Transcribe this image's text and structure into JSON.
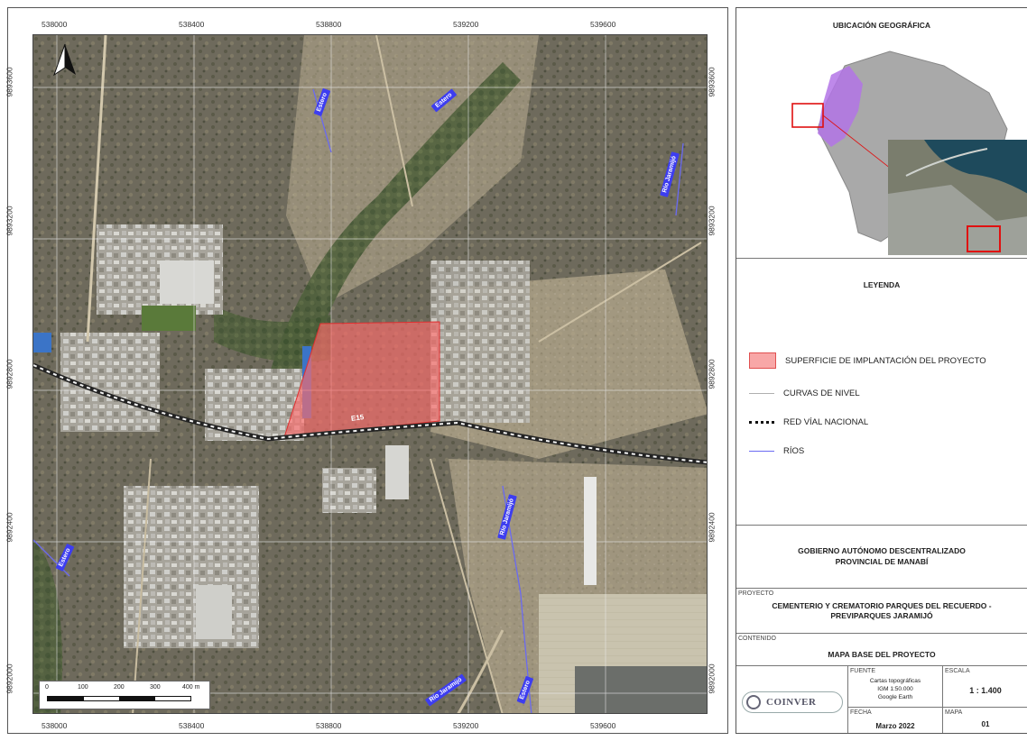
{
  "map": {
    "top_ticks": [
      "538000",
      "538400",
      "538800",
      "539200",
      "539600"
    ],
    "bottom_ticks": [
      "538000",
      "538400",
      "538800",
      "539200",
      "539600"
    ],
    "left_ticks": [
      "9893600",
      "9893200",
      "9892800",
      "9892400",
      "9892000"
    ],
    "right_ticks": [
      "9893600",
      "9893200",
      "9892800",
      "9892400",
      "9892000"
    ],
    "road_label": "E15",
    "rivers": [
      {
        "label": "Estero"
      },
      {
        "label": "Estero"
      },
      {
        "label": "Río Jaramijó"
      },
      {
        "label": "Río Jaramijó"
      },
      {
        "label": "Estero"
      },
      {
        "label": "Río Jaramijó"
      },
      {
        "label": "Estero"
      }
    ],
    "scale_bar": {
      "labels": [
        "0",
        "100",
        "200",
        "300",
        "400 m"
      ]
    },
    "colors": {
      "project_area": "#ff6b6b",
      "road": "#222222",
      "river": "#3d3df0"
    }
  },
  "panel": {
    "location": {
      "title": "UBICACIÓN GEOGRÁFICA"
    },
    "legend": {
      "title": "LEYENDA",
      "items": [
        {
          "label": "SUPERFICIE DE IMPLANTACIÓN DEL PROYECTO",
          "icon": "red-area-swatch"
        },
        {
          "label": "CURVAS DE NIVEL",
          "icon": "gray-line"
        },
        {
          "label": "RED VÍAL NACIONAL",
          "icon": "dotted-road-line"
        },
        {
          "label": "RÍOS",
          "icon": "blue-line"
        }
      ]
    },
    "institution": {
      "line1": "GOBIERNO AUTÓNOMO DESCENTRALIZADO",
      "line2": "PROVINCIAL DE MANABÍ"
    },
    "project": {
      "caption": "PROYECTO",
      "line1": "CEMENTERIO Y CREMATORIO PARQUES DEL RECUERDO -",
      "line2": "PREVIPARQUES JARAMIJÓ"
    },
    "content": {
      "caption": "CONTENIDO",
      "value": "MAPA BASE DEL PROYECTO"
    },
    "footer": {
      "logo_text": "COINVER",
      "fuente_caption": "FUENTE",
      "fuente_lines": [
        "Cartas topográficas",
        "IGM 1:50.000",
        "Google Earth"
      ],
      "escala_caption": "ESCALA",
      "escala_value": "1 : 1.400",
      "fecha_caption": "FECHA",
      "fecha_value": "Marzo 2022",
      "mapa_caption": "MAPA",
      "mapa_value": "01"
    }
  }
}
